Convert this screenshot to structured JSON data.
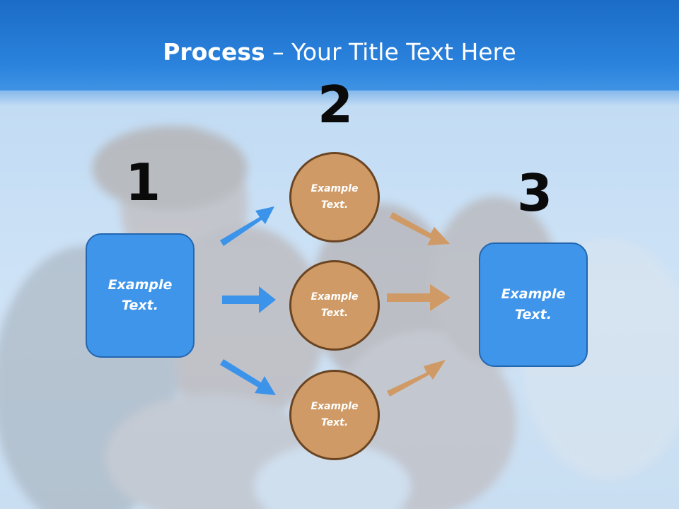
{
  "title": {
    "bold": "Process",
    "rest": " – Your Title Text Here"
  },
  "steps": [
    {
      "number": "1",
      "text": "Example Text."
    },
    {
      "number": "2",
      "texts": [
        "Example Text.",
        "Example Text.",
        "Example Text."
      ]
    },
    {
      "number": "3",
      "text": "Example Text."
    }
  ],
  "colors": {
    "header": "#1b6cc6",
    "box_fill": "#3f95ea",
    "circle_fill": "#cf9a66",
    "blue_arrow": "#3b93ea",
    "orange_arrow": "#d09a66"
  }
}
